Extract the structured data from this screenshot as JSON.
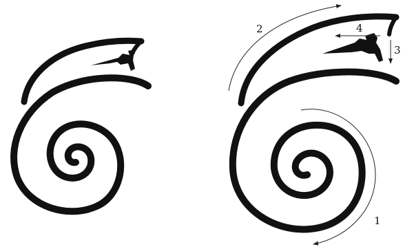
{
  "labels": {
    "one": "1",
    "two": "2",
    "three": "3",
    "four": "4"
  },
  "colors": {
    "ink": "#111111",
    "background": "#ffffff"
  }
}
